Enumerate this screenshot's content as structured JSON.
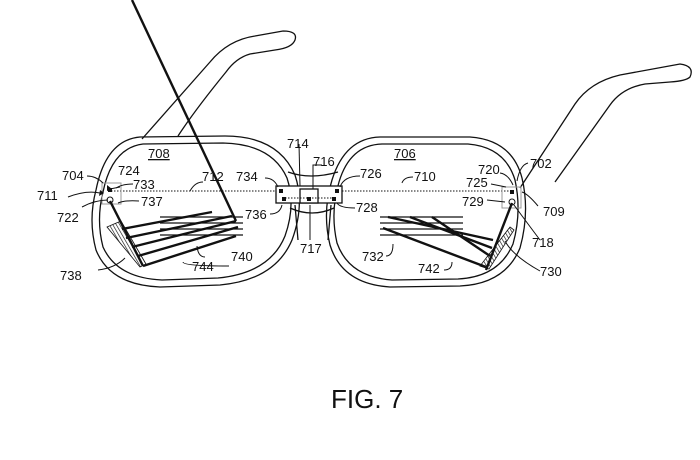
{
  "figure": {
    "caption": "FIG. 7",
    "labels": {
      "l702": "702",
      "l704": "704",
      "l706": "706",
      "l708": "708",
      "l709": "709",
      "l710": "710",
      "l711": "711",
      "l712": "712",
      "l714": "714",
      "l716": "716",
      "l717": "717",
      "l718": "718",
      "l720": "720",
      "l722": "722",
      "l724": "724",
      "l725": "725",
      "l726": "726",
      "l728": "728",
      "l729": "729",
      "l730": "730",
      "l732": "732",
      "l733": "733",
      "l734": "734",
      "l736": "736",
      "l737": "737",
      "l738": "738",
      "l740": "740",
      "l742": "742",
      "l744": "744"
    }
  }
}
